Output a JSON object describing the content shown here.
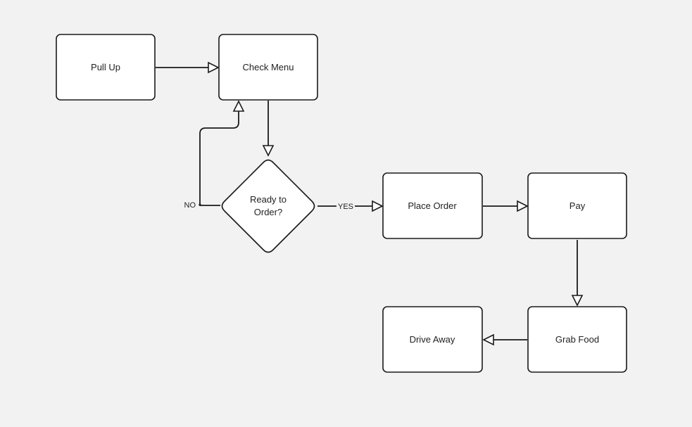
{
  "diagram": {
    "nodes": {
      "pull_up": {
        "label": "Pull Up"
      },
      "check_menu": {
        "label": "Check Menu"
      },
      "decision": {
        "line1": "Ready to",
        "line2": "Order?"
      },
      "place_order": {
        "label": "Place Order"
      },
      "pay": {
        "label": "Pay"
      },
      "grab_food": {
        "label": "Grab Food"
      },
      "drive_away": {
        "label": "Drive Away"
      }
    },
    "edge_labels": {
      "no": "NO",
      "yes": "YES"
    }
  },
  "colors": {
    "background": "#f2f2f2",
    "node_fill": "#ffffff",
    "stroke": "#1a1a1a",
    "text": "#222222"
  }
}
